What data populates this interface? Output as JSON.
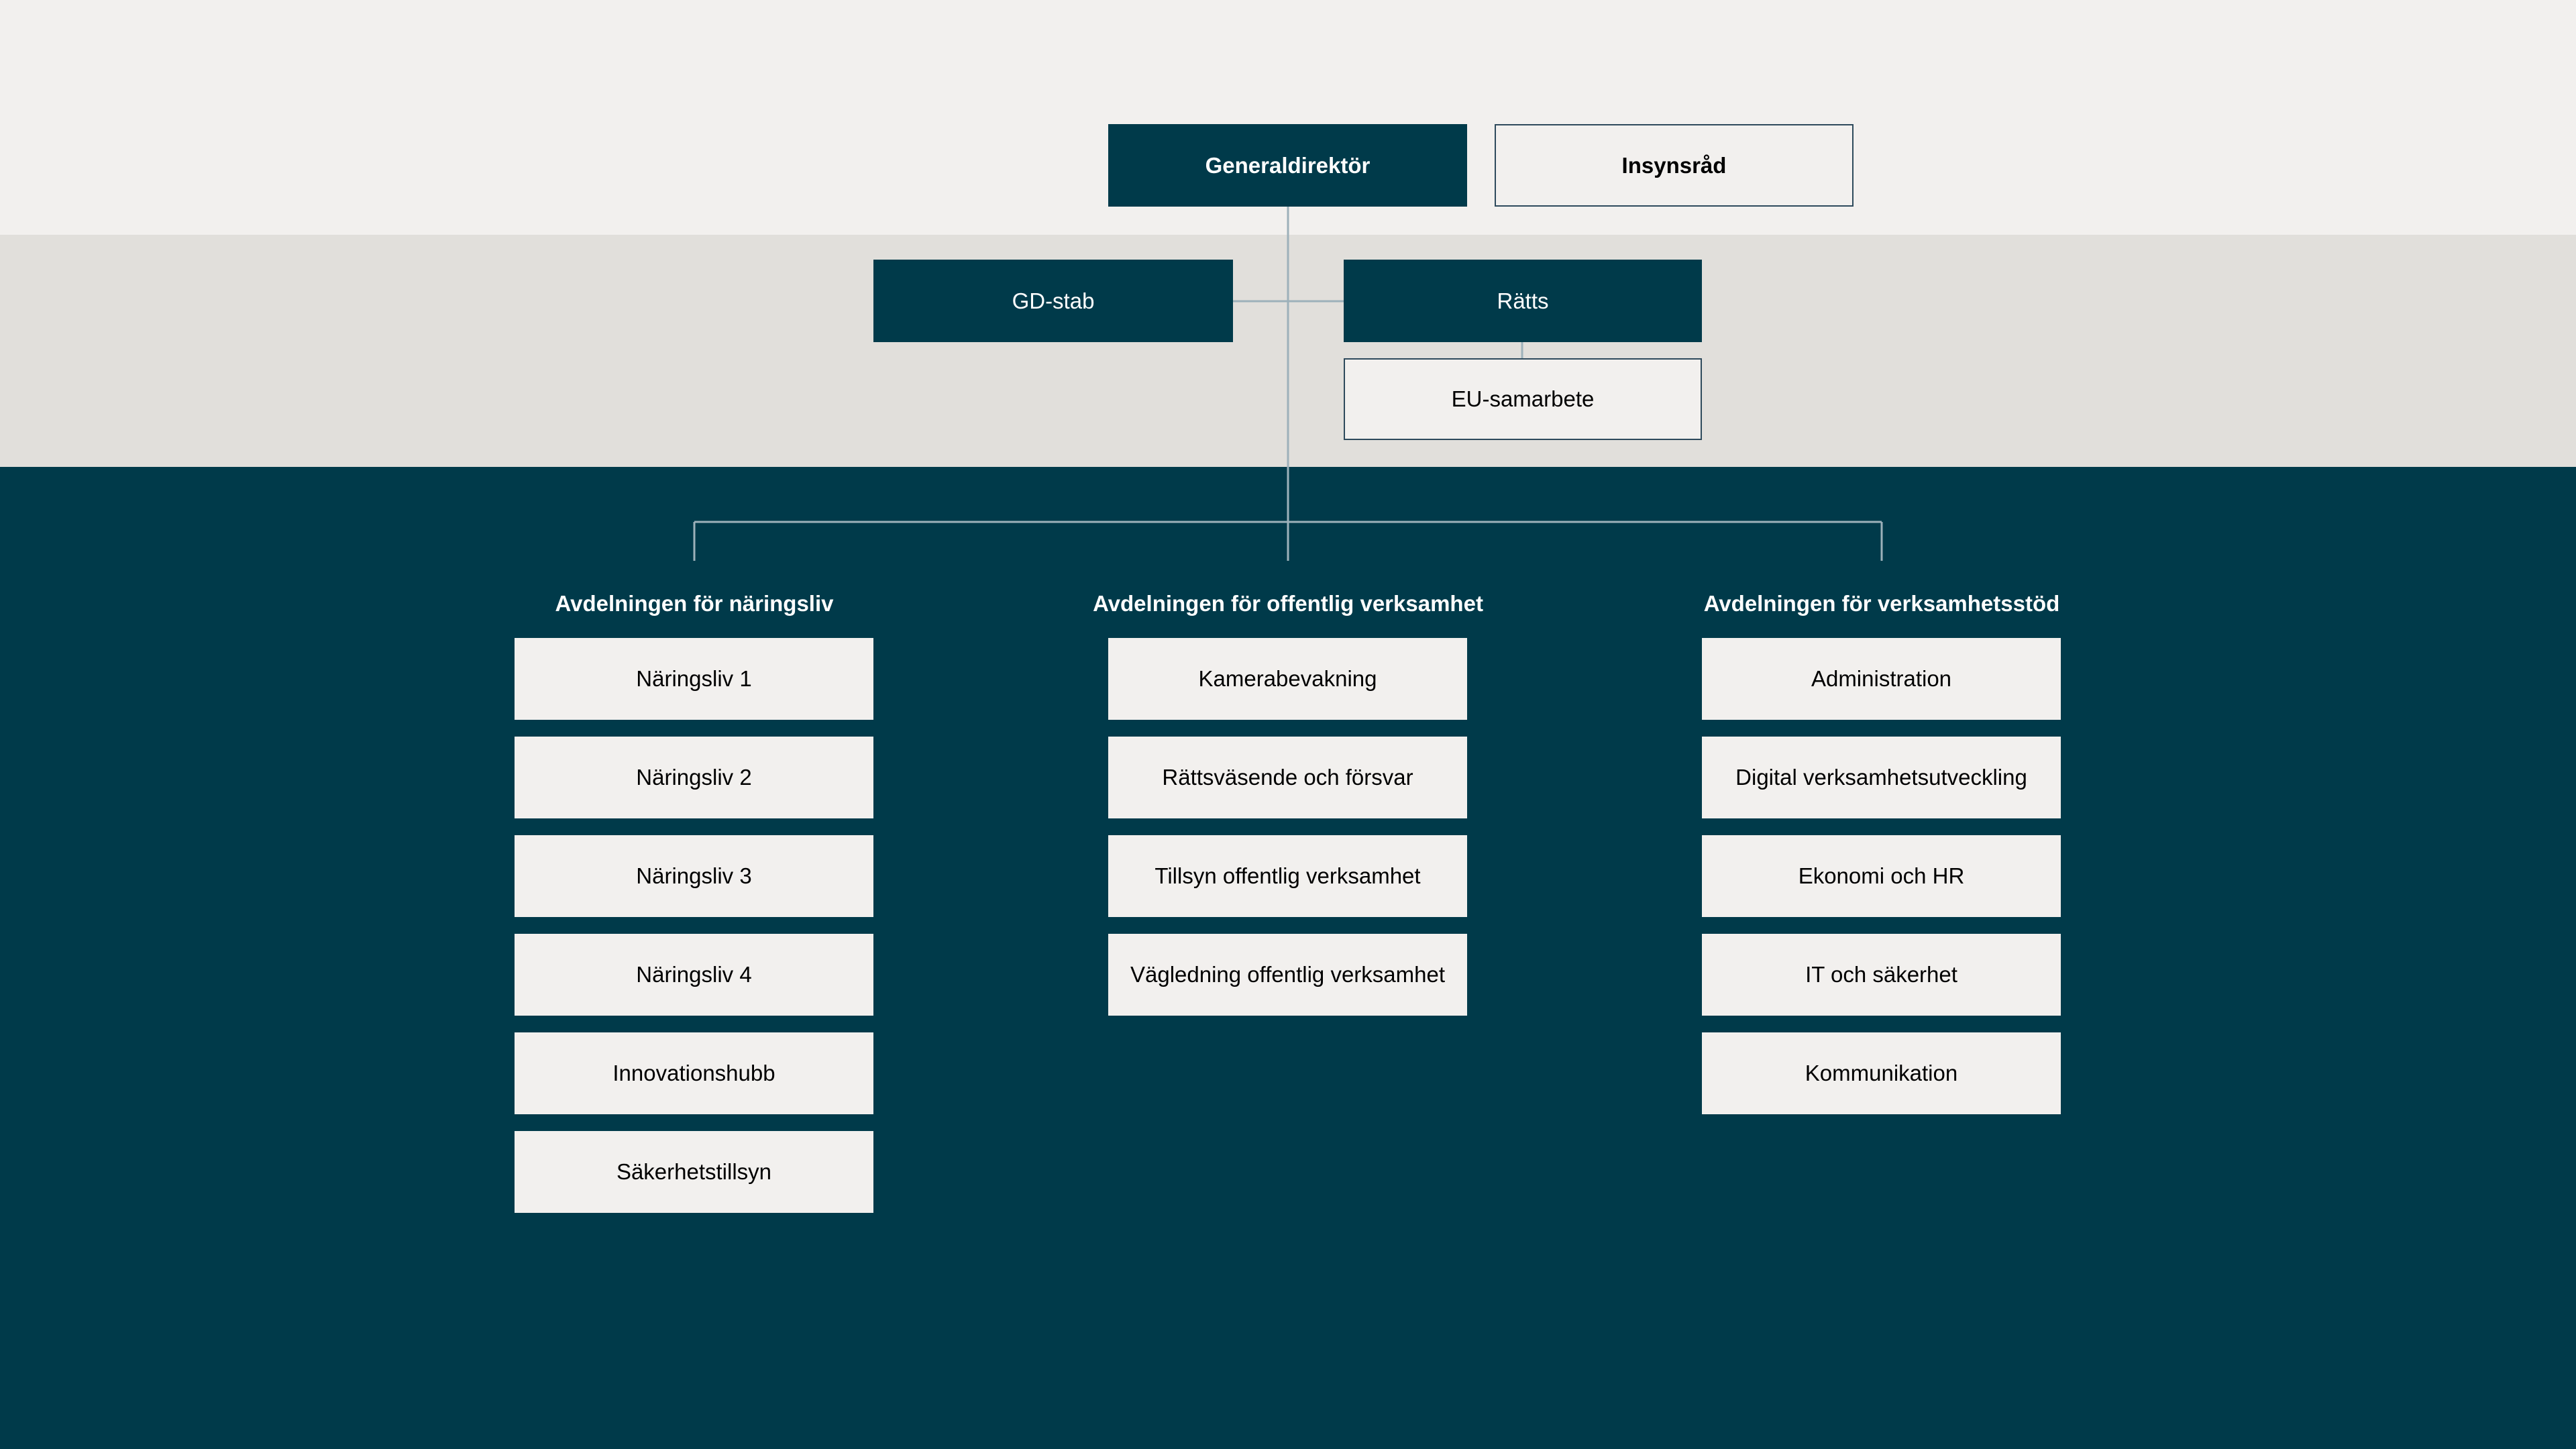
{
  "colors": {
    "top_band": "#f2f0ee",
    "middle_band": "#e1dfdb",
    "bottom_band": "#003a4a",
    "dark_box": "#003a4a",
    "light_box": "#f2f0ee",
    "connector": "#9db1ba"
  },
  "leadership": {
    "director": "Generaldirektör",
    "council": "Insynsråd"
  },
  "staff": {
    "gd_stab": "GD-stab",
    "ratts": "Rätts",
    "eu": "EU-samarbete"
  },
  "departments": [
    {
      "title": "Avdelningen för näringsliv",
      "units": [
        "Näringsliv 1",
        "Näringsliv 2",
        "Näringsliv 3",
        "Näringsliv 4",
        "Innovationshubb",
        "Säkerhetstillsyn"
      ]
    },
    {
      "title": "Avdelningen för offentlig verksamhet",
      "units": [
        "Kamerabevakning",
        "Rättsväsende och försvar",
        "Tillsyn offentlig verksamhet",
        "Vägledning offentlig verksamhet"
      ]
    },
    {
      "title": "Avdelningen för verksamhetsstöd",
      "units": [
        "Administration",
        "Digital verksamhetsutveckling",
        "Ekonomi och HR",
        "IT och säkerhet",
        "Kommunikation"
      ]
    }
  ]
}
